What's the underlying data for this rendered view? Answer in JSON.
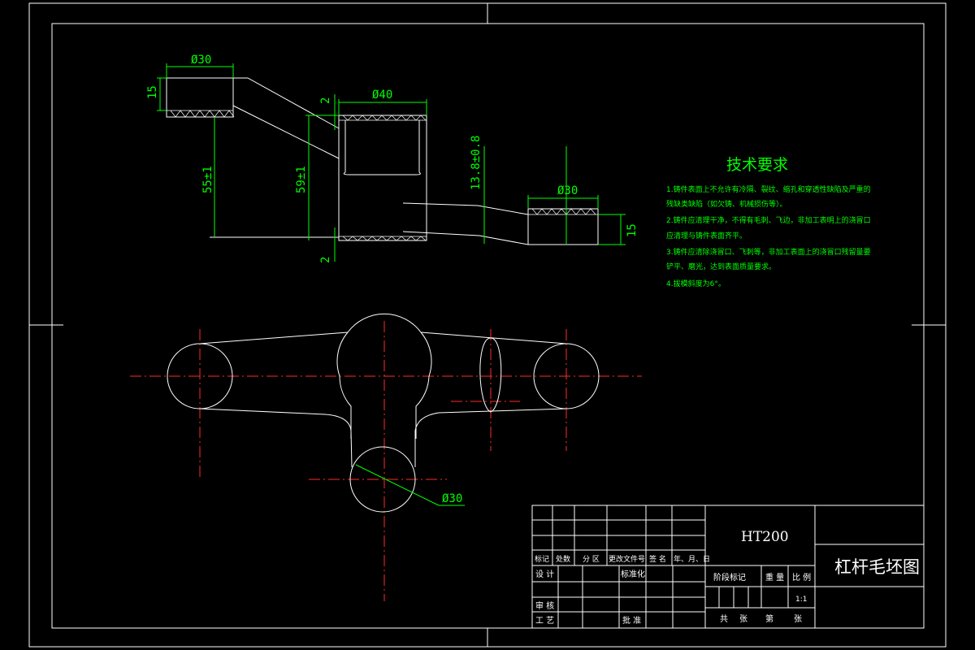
{
  "drawing": {
    "dimensions": {
      "left_boss_dia": "Ø30",
      "left_boss_height": "15",
      "left_gap_top": "2",
      "center_boss_dia": "Ø40",
      "left_height": "55±1",
      "center_height": "59±1",
      "bottom_gap": "2",
      "right_offset": "13.8±0.8",
      "right_boss_dia": "Ø30",
      "right_boss_height": "15",
      "bottom_boss_dia": "Ø30"
    },
    "requirements": {
      "title": "技术要求",
      "items": [
        "1.铸件表面上不允许有冷隔、裂纹、缩孔和穿透性缺陷及严重的",
        "残缺类缺陷（如欠铸、机械损伤等）。",
        "2.铸件应清理干净，不得有毛刺、飞边，非加工表明上的浇冒口",
        "应清理与铸件表面齐平。",
        "3.铸件应清除浇冒口、飞刺等，非加工表面上的浇冒口残留量要",
        "铲平、磨光，达到表面质量要求。",
        "4.拔模斜度为6°。"
      ]
    },
    "title_block": {
      "material": "HT200",
      "part_name": "杠杆毛坯图",
      "scale": "1:1",
      "header_labels": [
        "标记",
        "处数",
        "分 区",
        "更改文件号",
        "签 名",
        "年、月、日"
      ],
      "row_design": "设 计",
      "row_standard": "标准化",
      "row_review": "审 核",
      "row_process": "工 艺",
      "row_approve": "批 准",
      "stage_mark": "阶段标记",
      "weight": "重 量",
      "ratio": "比 例",
      "sheet_total": "共",
      "sheet_unit1": "张",
      "sheet_no": "第",
      "sheet_unit2": "张"
    }
  },
  "colors": {
    "background": "#000000",
    "outline": "#ffffff",
    "dimension": "#00ff00",
    "centerline": "#ff2a2a"
  }
}
